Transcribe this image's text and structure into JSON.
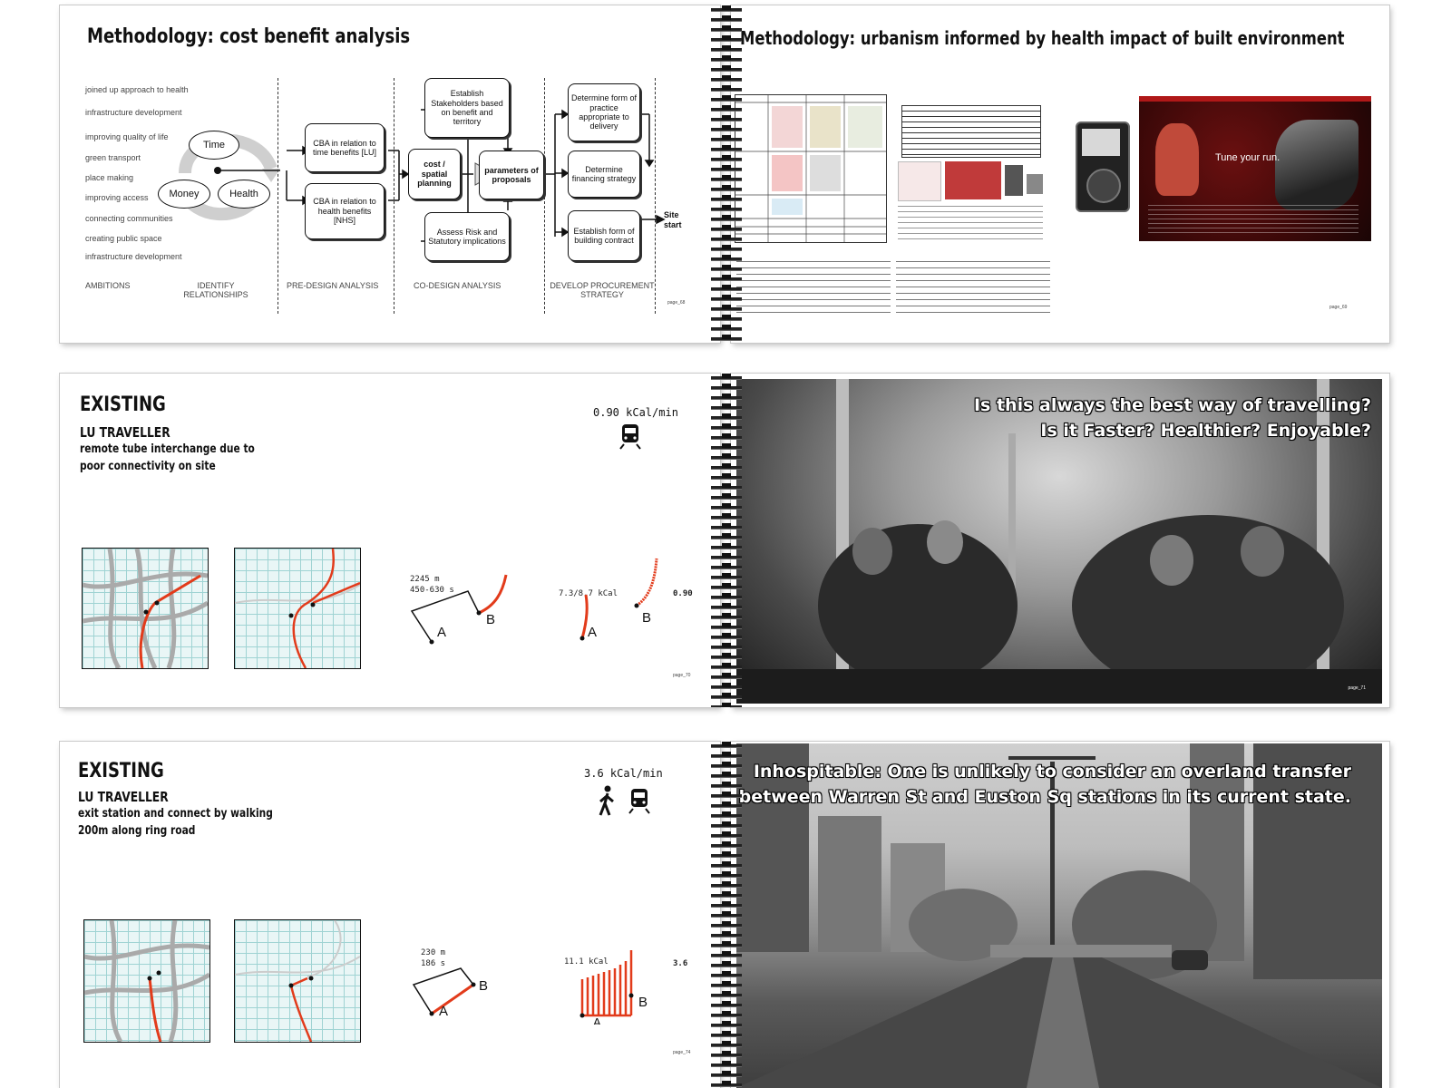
{
  "spread1": {
    "left_title": "Methodology: cost benefit analysis",
    "right_title": "Methodology: urbanism informed by health impact of built environment",
    "ambitions": [
      "joined up approach to health",
      "infrastructure development",
      "improving quality of life",
      "green transport",
      "place making",
      "improving access",
      "connecting communities",
      "creating public space",
      "infrastructure development"
    ],
    "ellipses": [
      "Time",
      "Money",
      "Health"
    ],
    "boxes": {
      "cba_time": "CBA in relation to time benefits [LU]",
      "cba_health": "CBA in relation to health benefits [NHS]",
      "stakeholders": "Establish Stakeholders based on benefit and territory",
      "cost_spatial": "cost / spatial planning",
      "parameters": "parameters of proposals",
      "risk": "Assess Risk and Statutory implications",
      "practice": "Determine form of practice appropriate to delivery",
      "financing": "Determine financing strategy",
      "contract": "Establish form of building contract",
      "site_start": "Site start"
    },
    "stages": [
      "AMBITIONS",
      "IDENTIFY RELATIONSHIPS",
      "PRE-DESIGN ANALYSIS",
      "CO-DESIGN ANALYSIS",
      "DEVELOP PROCUREMENT STRATEGY"
    ],
    "page_left": "page_68",
    "page_right": "page_69",
    "ad_text": "Tune your run."
  },
  "spread2": {
    "heading": "EXISTING",
    "subheading": "LU TRAVELLER",
    "desc_line1": "remote tube interchange due to",
    "desc_line2": "poor connectivity on site",
    "rate": "0.90 kCal/min",
    "dist": "2245 m",
    "time": "450-630 s",
    "kcal": "7.3/8.7 kCal",
    "side_value": "0.90",
    "caption_line1": "Is this always the best way of travelling?",
    "caption_line2": "Is it Faster?  Healthier? Enjoyable?",
    "page_left": "page_70",
    "page_right": "page_71"
  },
  "spread3": {
    "heading": "EXISTING",
    "subheading": "LU TRAVELLER",
    "desc_line1": "exit station and connect by walking",
    "desc_line2": "200m along ring road",
    "rate": "3.6 kCal/min",
    "dist": "230 m",
    "time": "186 s",
    "kcal": "11.1 kCal",
    "side_value": "3.6",
    "caption_line1": "Inhospitable: One is unlikely to consider an overland transfer",
    "caption_line2": "between Warren St and Euston Sq stations in its current state.",
    "page_left": "page_74"
  },
  "colors": {
    "accent_red": "#e23b1b",
    "grid_cyan": "#9fd3d3",
    "ad_red": "#b01818"
  }
}
